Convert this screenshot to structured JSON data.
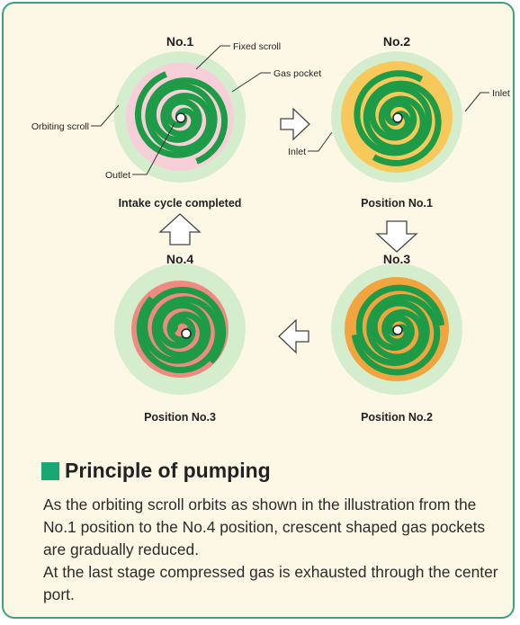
{
  "colors": {
    "border": "#3aa37a",
    "background": "#fdf8e6",
    "scroll": "#1d9b47",
    "scroll_dark": "#0e6b2e",
    "light_green": "#d4eecd",
    "pink": "#f7cfd8",
    "yellow": "#f7c95a",
    "orange": "#f2a53f",
    "salmon": "#ef8a80",
    "heading_square": "#19a773"
  },
  "diagrams": [
    {
      "title": "No.1",
      "caption": "Intake cycle completed",
      "pocket_color": "pink"
    },
    {
      "title": "No.2",
      "caption": "Position No.1",
      "pocket_color": "yellow"
    },
    {
      "title": "No.3",
      "caption": "Position No.2",
      "pocket_color": "orange"
    },
    {
      "title": "No.4",
      "caption": "Position No.3",
      "pocket_color": "salmon"
    }
  ],
  "labels": {
    "fixed_scroll": "Fixed scroll",
    "gas_pocket": "Gas pocket",
    "orbiting_scroll": "Orbiting scroll",
    "outlet": "Outlet",
    "inlet_right": "Inlet",
    "inlet_left": "Inlet"
  },
  "section": {
    "heading": "Principle of pumping",
    "paragraph_1": "As the orbiting scroll orbits as shown in the illustration from the No.1 position to the No.4 position, crescent shaped gas pockets are gradually reduced.",
    "paragraph_2": "At the last stage compressed gas is exhausted through the center port."
  }
}
